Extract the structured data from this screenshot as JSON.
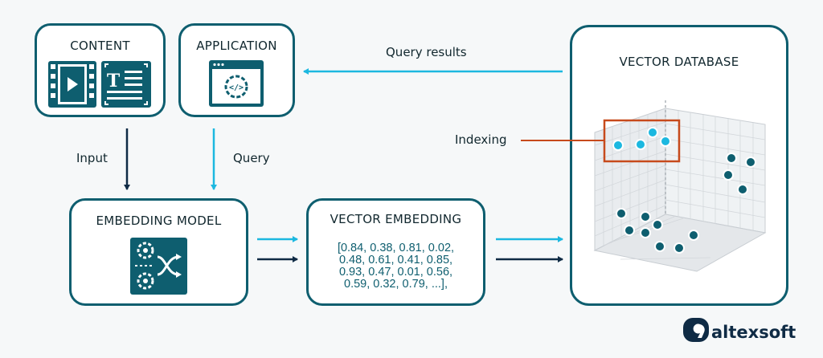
{
  "boxes": {
    "content": "CONTENT",
    "application": "APPLICATION",
    "embedding_model": "EMBEDDING MODEL",
    "vector_embedding": "VECTOR EMBEDDING",
    "vector_database": "VECTOR DATABASE"
  },
  "embedding_values": [
    "[0.84, 0.38, 0.81, 0.02,",
    "0.48, 0.61, 0.41, 0.85,",
    "0.93, 0.47, 0.01, 0.56,",
    "0.59, 0.32, 0.79, ...],"
  ],
  "labels": {
    "input": "Input",
    "query": "Query",
    "query_results": "Query results",
    "indexing": "Indexing"
  },
  "brand": "altexsoft",
  "colors": {
    "border": "#0e5e6f",
    "cyan": "#1cb8e0",
    "navy": "#0f2b45",
    "indexing": "#c74a1c",
    "dark_point": "#0e5e6f"
  },
  "icons": [
    "video-icon",
    "text-icon",
    "code-window-icon",
    "gears-flow-icon",
    "altexsoft-logo-icon"
  ]
}
